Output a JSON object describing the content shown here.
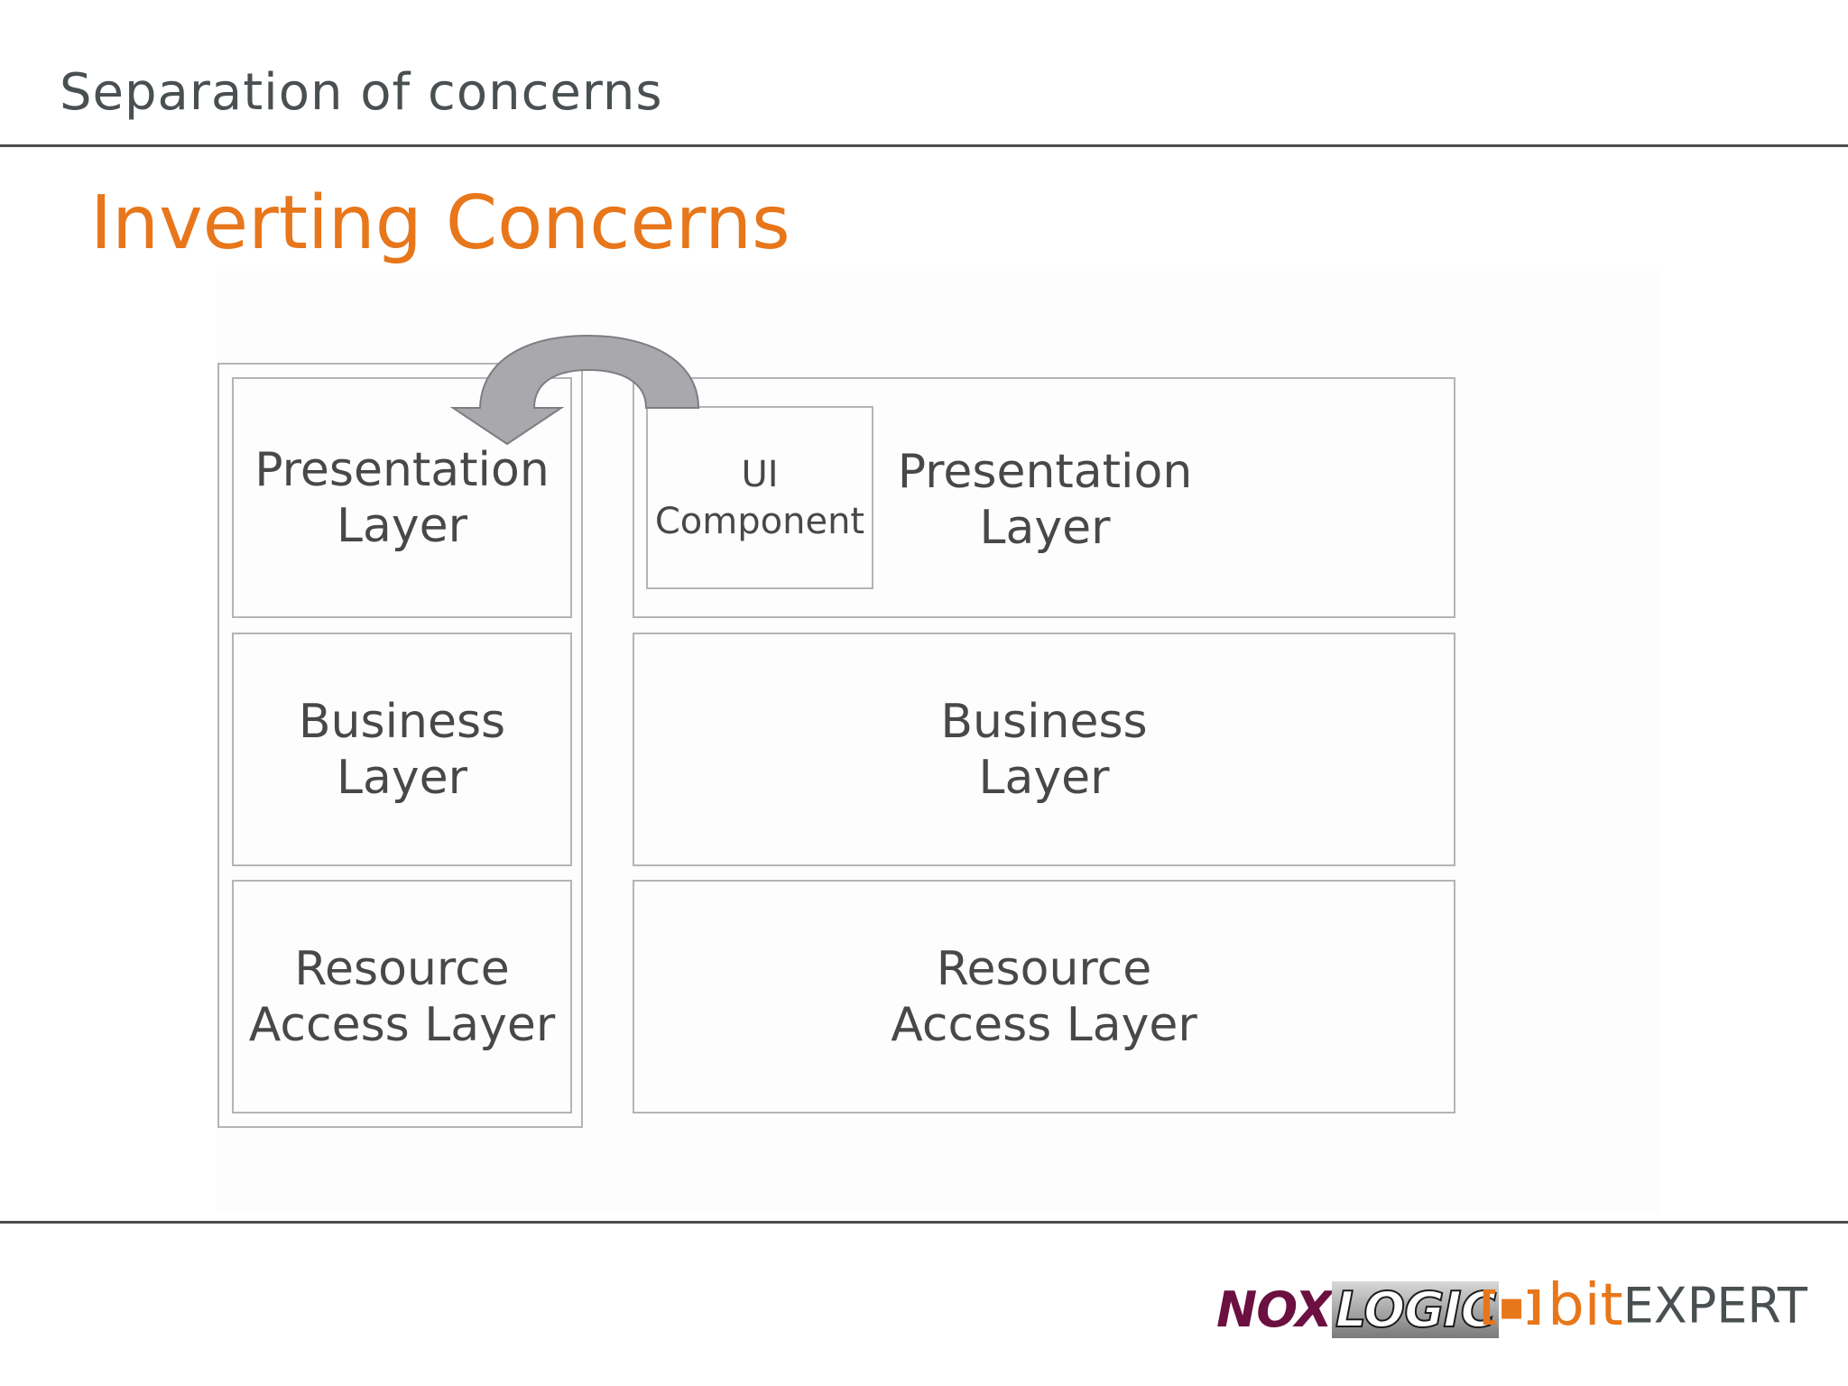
{
  "header": {
    "title": "Separation of concerns"
  },
  "slide": {
    "subtitle": "Inverting Concerns"
  },
  "diagram": {
    "left_stack": {
      "presentation": "Presentation\nLayer",
      "business": "Business\nLayer",
      "resource": "Resource\nAccess Layer"
    },
    "right_stack": {
      "ui_component": "UI\nComponent",
      "presentation": "Presentation\nLayer",
      "business": "Business\nLayer",
      "resource": "Resource\nAccess Layer"
    }
  },
  "footer": {
    "logo_noxlogic_part1": "NOX",
    "logo_noxlogic_part2": "LOGIC",
    "logo_bitexpert_part1": "bit",
    "logo_bitexpert_part2": "EXPERT"
  },
  "colors": {
    "accent": "#e8761a",
    "header_text": "#4a5052",
    "box_border": "#b4b4b8",
    "arrow": "#a9a9ad"
  }
}
